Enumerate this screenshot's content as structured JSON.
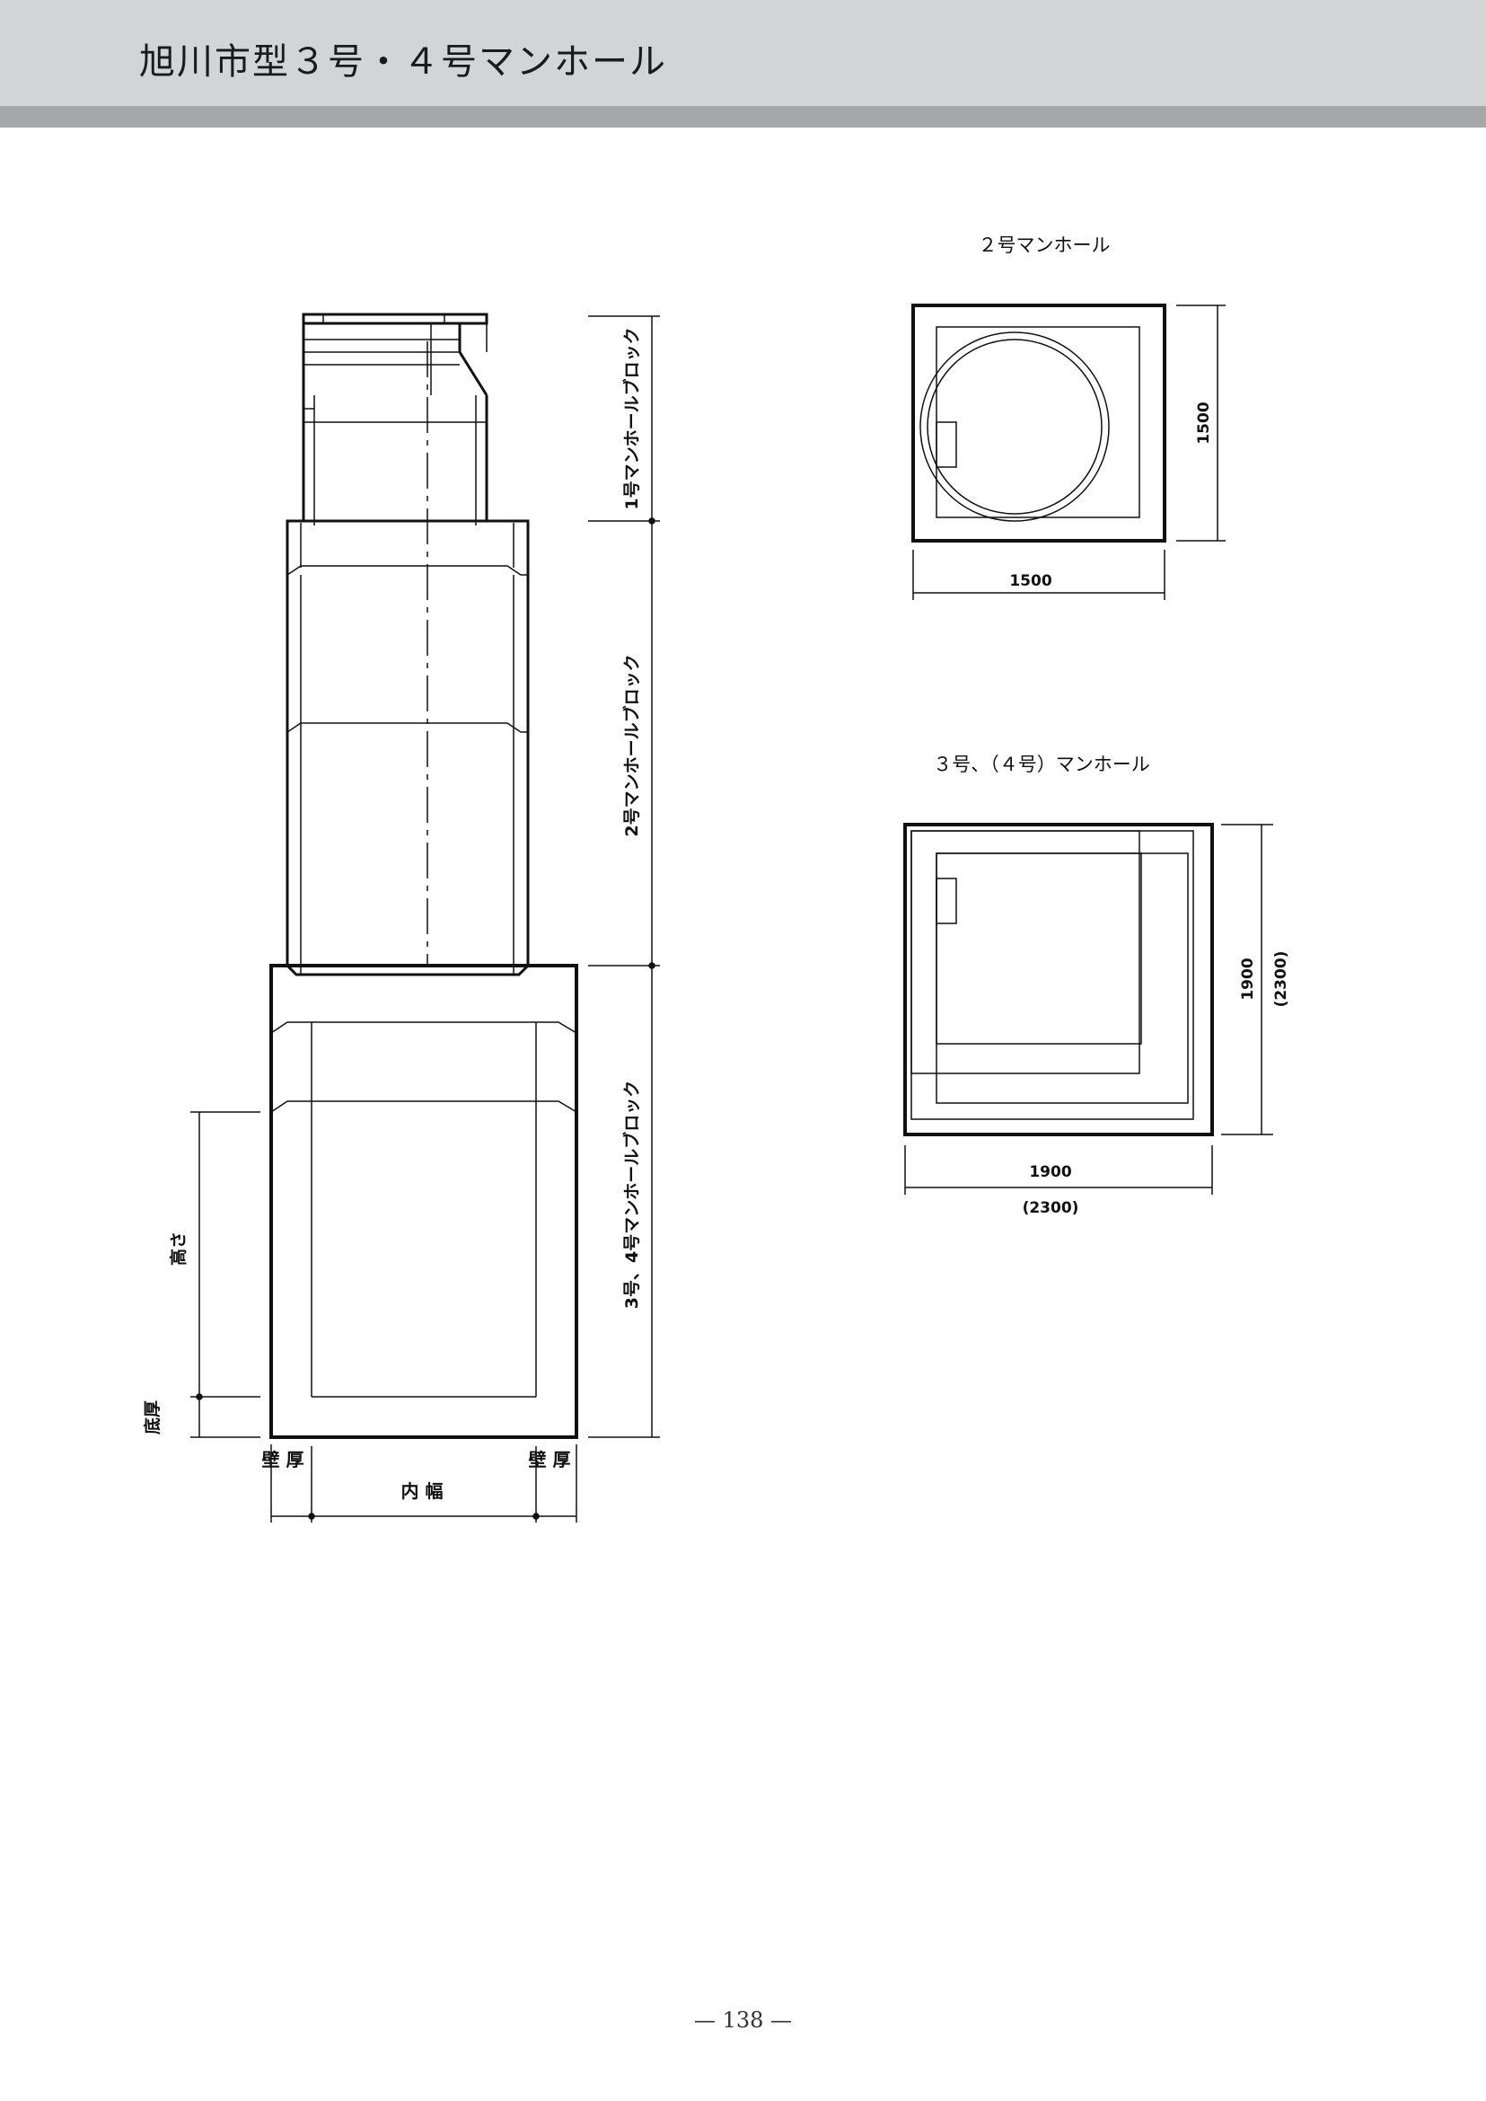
{
  "header": {
    "title": "旭川市型３号・４号マンホール"
  },
  "section": {
    "labels": {
      "block1": "1号マンホールブロック",
      "block2": "2号マンホールブロック",
      "block34": "3号、4号マンホールブロック",
      "height": "高さ",
      "bottom_thickness": "底厚",
      "wall_left": "壁 厚",
      "wall_right": "壁 厚",
      "inner_width": "内 幅"
    }
  },
  "plan2": {
    "title": "２号マンホール",
    "width": "1500",
    "height": "1500"
  },
  "plan34": {
    "title": "３号、（４号）マンホール",
    "width": "1900",
    "width_alt": "(2300)",
    "height": "1900",
    "height_alt": "(2300)"
  },
  "footer": {
    "page": "— 138 —"
  },
  "colors": {
    "header_bg": "#d3d4d5",
    "header_bar": "#a6a7a9",
    "line": "#111111"
  }
}
